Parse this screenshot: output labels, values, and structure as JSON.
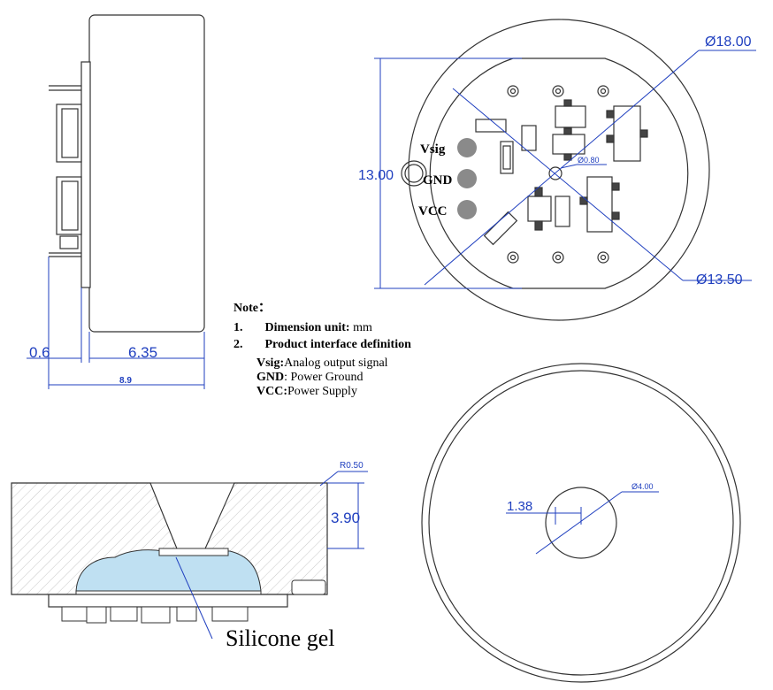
{
  "dimensions": {
    "side_offset": "0.6",
    "side_depth": "6.35",
    "side_total": "8.9",
    "pcb_height": "13.00",
    "outer_diameter": "Ø18.00",
    "pcb_diameter": "Ø13.50",
    "hole_diameter": "Ø0.80",
    "corner_radius": "R0.50",
    "cap_height": "3.90",
    "window_diameter": "Ø4.00",
    "window_offset": "1.38"
  },
  "pins": {
    "vsig": "Vsig",
    "gnd": "GND",
    "vcc": "VCC"
  },
  "notes": {
    "heading": "Note：",
    "item1_num": "1.",
    "item1_label": "Dimension unit:",
    "item1_value": "mm",
    "item2_num": "2.",
    "item2_label": "Product interface definition",
    "defs": [
      {
        "key": "Vsig:",
        "value": "Analog output signal"
      },
      {
        "key": "GND",
        "value": ": Power Ground"
      },
      {
        "key": "VCC:",
        "value": "Power Supply"
      }
    ]
  },
  "callout": {
    "silicone_gel": "Silicone gel"
  },
  "colors": {
    "dimension_blue": "#1f3fbf",
    "gel_blue": "#bfe0f2",
    "pad_gray": "#8a8a8a"
  }
}
